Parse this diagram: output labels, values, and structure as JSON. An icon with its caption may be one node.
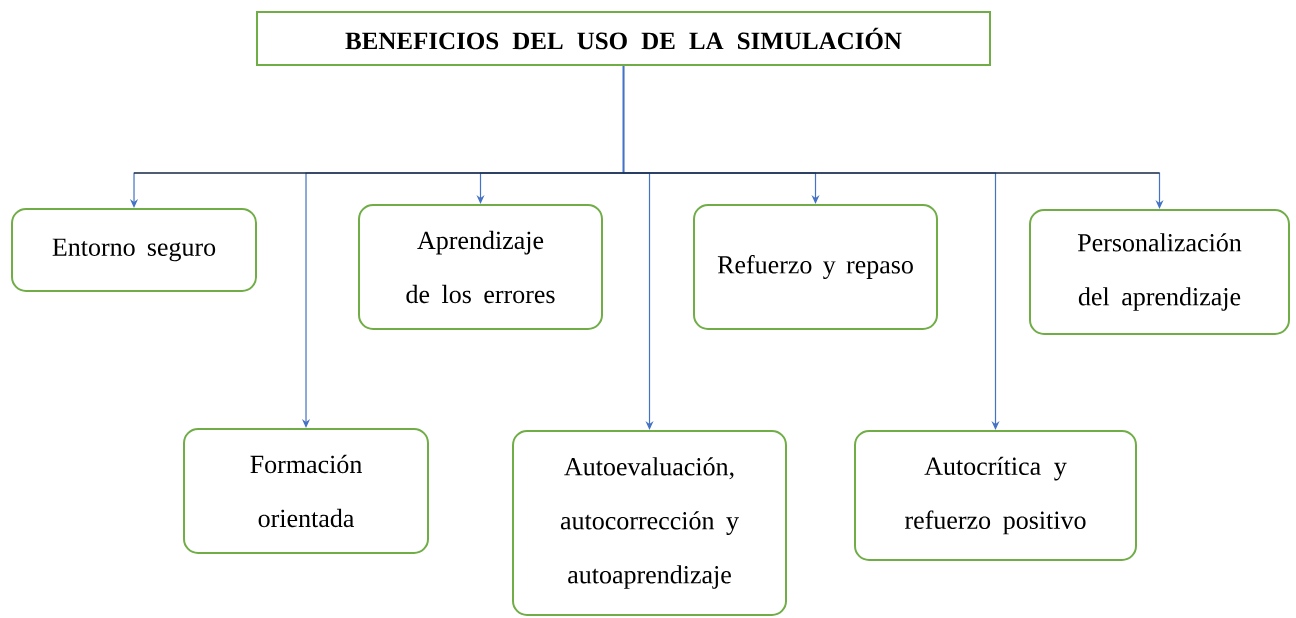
{
  "diagram": {
    "nodes": [
      {
        "text": [
          "BENEFICIOS DEL USO DE LA SIMULACIÓN"
        ]
      },
      {
        "text": [
          "Entorno seguro"
        ]
      },
      {
        "text": [
          "Formación orientada"
        ]
      },
      {
        "text": [
          "Aprendizaje de los errores"
        ]
      },
      {
        "text": [
          "Autoevaluación, autocorrección y autoaprendizaje"
        ]
      },
      {
        "text": [
          "Refuerzo y repaso"
        ]
      },
      {
        "text": [
          "Autocrítica y refuerzo positivo"
        ]
      },
      {
        "text": [
          "Personalización del aprendizaje"
        ]
      }
    ],
    "edges": [
      {
        "from": 0,
        "to": 1,
        "arrow": "to"
      },
      {
        "from": 0,
        "to": 2,
        "arrow": "to"
      },
      {
        "from": 0,
        "to": 3,
        "arrow": "to"
      },
      {
        "from": 0,
        "to": 4,
        "arrow": "to"
      },
      {
        "from": 0,
        "to": 5,
        "arrow": "to"
      },
      {
        "from": 0,
        "to": 6,
        "arrow": "to"
      },
      {
        "from": 0,
        "to": 7,
        "arrow": "to"
      }
    ]
  }
}
